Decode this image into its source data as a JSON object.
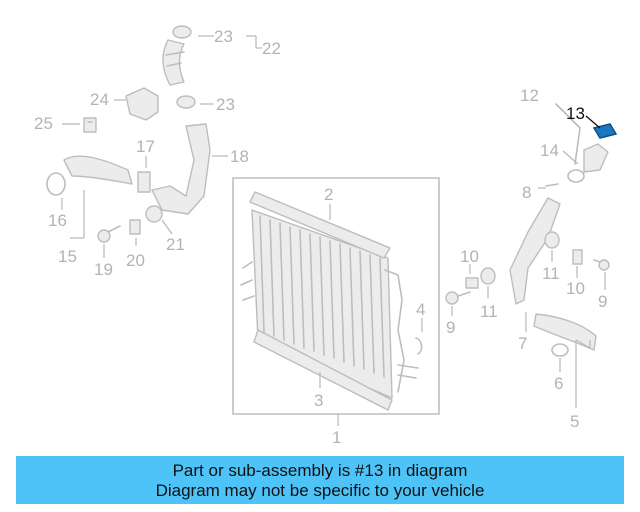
{
  "diagram": {
    "callouts": [
      "23",
      "22",
      "24",
      "23",
      "25",
      "17",
      "18",
      "16",
      "15",
      "19",
      "20",
      "21",
      "2",
      "1",
      "3",
      "4",
      "10",
      "9",
      "11",
      "12",
      "13",
      "14",
      "8",
      "11",
      "10",
      "9",
      "7",
      "6",
      "5"
    ],
    "highlighted_part": "13"
  },
  "banner": {
    "line1": "Part or sub-assembly is #13 in diagram",
    "line2": "Diagram may not be specific to your vehicle",
    "color": "#4dc3f7"
  },
  "colors": {
    "lines": "#bdbdbd",
    "highlight": "#1a78c2"
  }
}
